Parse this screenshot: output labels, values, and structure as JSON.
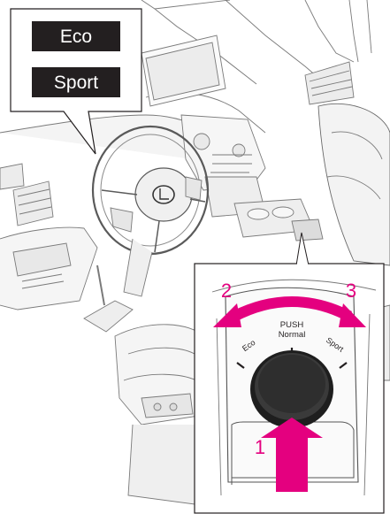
{
  "callout": {
    "mode_eco": "Eco",
    "mode_sport": "Sport",
    "badge_bg": "#231f20",
    "badge_text": "#ffffff"
  },
  "inset": {
    "push_label": "PUSH",
    "normal_label": "Normal",
    "eco_label": "Eco",
    "sport_label": "Sport",
    "step_1": "1",
    "step_2": "2",
    "step_3": "3",
    "arrow_color": "#e4007f",
    "knob_color": "#2b2b2b"
  },
  "icons": {
    "lexus_emblem": "lexus-logo-icon"
  }
}
